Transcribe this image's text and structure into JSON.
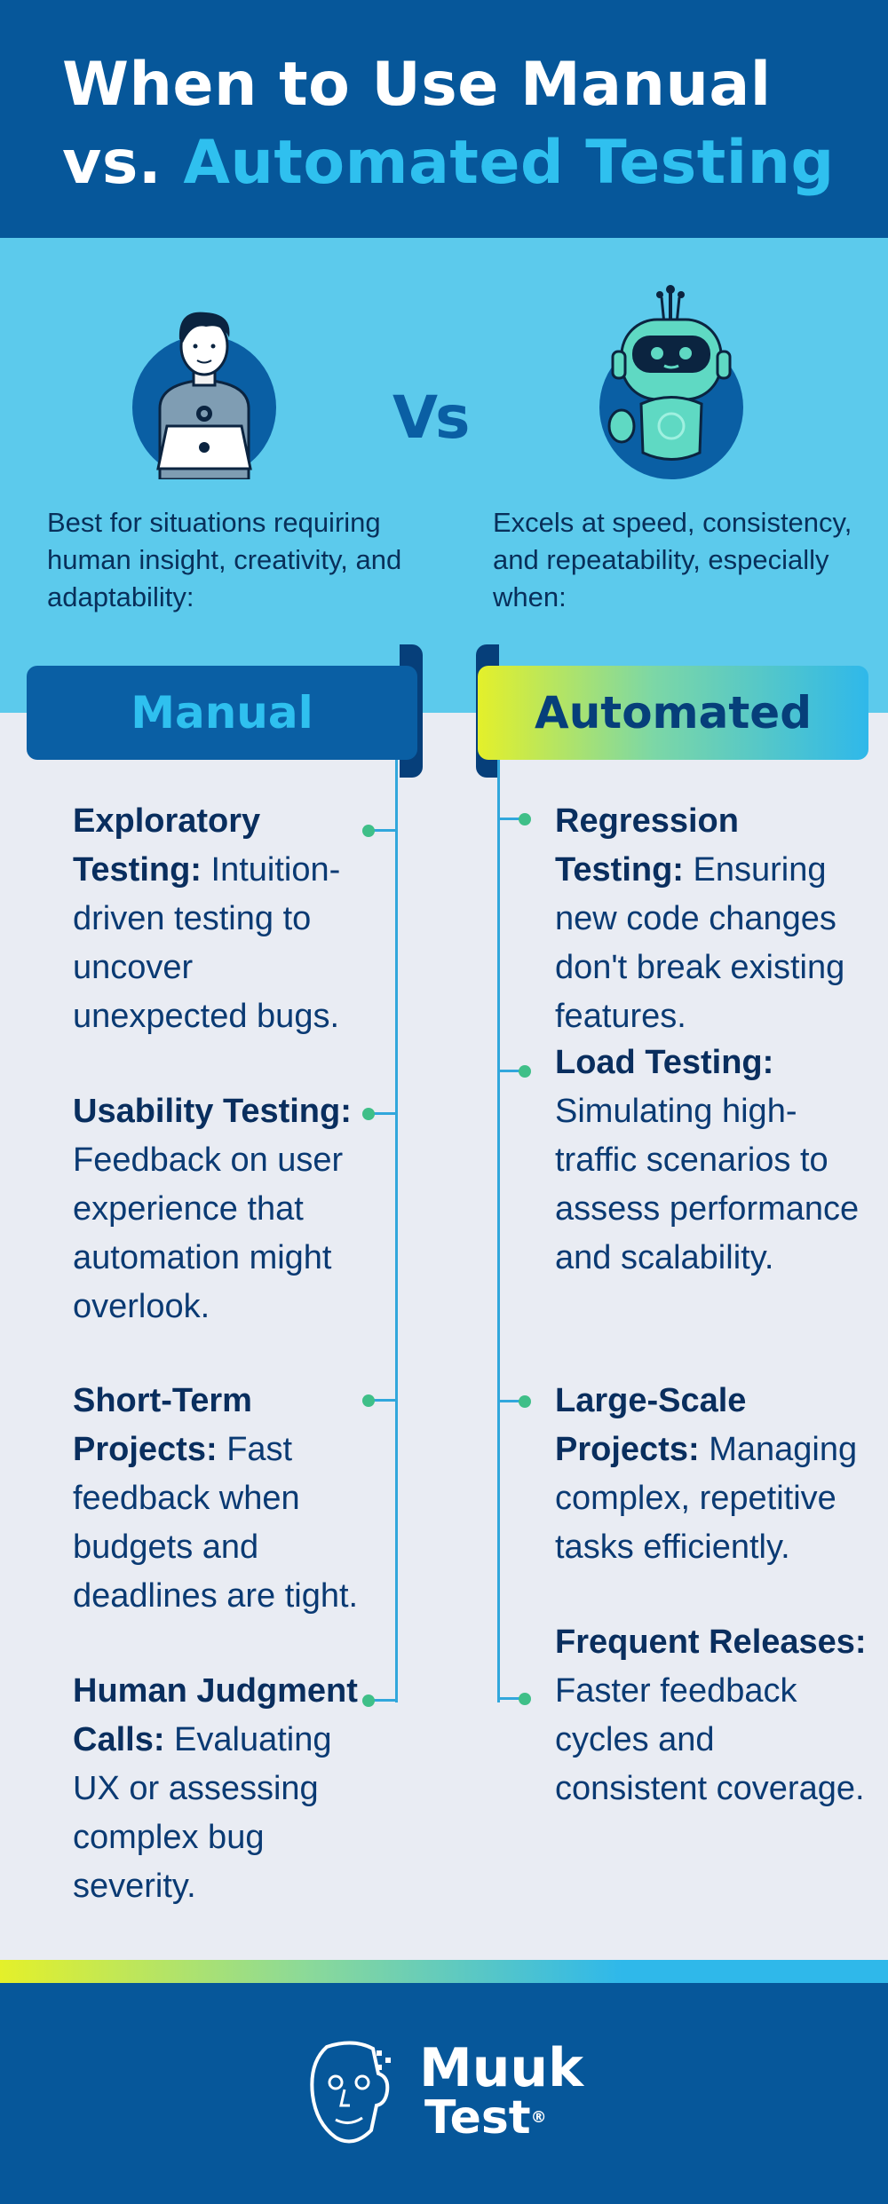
{
  "header": {
    "title_line1": "When to Use Manual",
    "title_line2_prefix": "vs.",
    "title_line2_accent": "Automated Testing"
  },
  "hero": {
    "vs_label": "Vs",
    "manual_intro": "Best for situations requiring human insight, creativity, and adaptability:",
    "automated_intro": "Excels at speed, consistency, and repeatability, especially when:"
  },
  "manual": {
    "heading": "Manual",
    "items": [
      {
        "title": "Exploratory Testing:",
        "text": "Intuition-driven testing to uncover unexpected bugs."
      },
      {
        "title": "Usability Testing:",
        "text": "Feedback on user experience that automation might overlook."
      },
      {
        "title": "Short-Term Projects:",
        "text": "Fast feedback when budgets and deadlines are tight."
      },
      {
        "title": "Human Judgment Calls:",
        "text": "Evaluating UX or assessing complex bug severity."
      }
    ]
  },
  "automated": {
    "heading": "Automated",
    "items": [
      {
        "title": "Regression Testing:",
        "text": "Ensuring new code changes don't break existing features."
      },
      {
        "title": "Load Testing:",
        "text": "Simulating high-traffic scenarios to assess performance and scalability."
      },
      {
        "title": "Large-Scale Projects:",
        "text": "Managing complex, repetitive tasks efficiently."
      },
      {
        "title": "Frequent Releases:",
        "text": "Faster feedback cycles and consistent coverage."
      }
    ]
  },
  "footer": {
    "logo_line1": "Muuk",
    "logo_line2": "Test",
    "logo_mark": "®"
  },
  "colors": {
    "navy": "#06579a",
    "sky": "#5ccaec",
    "accent_blue": "#2fc0ef",
    "dot_green": "#3fbf88",
    "gradient_yellow": "#e4f02a"
  },
  "icons": {
    "manual": "person-with-laptop-icon",
    "automated": "robot-icon",
    "logo": "face-logo-icon"
  }
}
